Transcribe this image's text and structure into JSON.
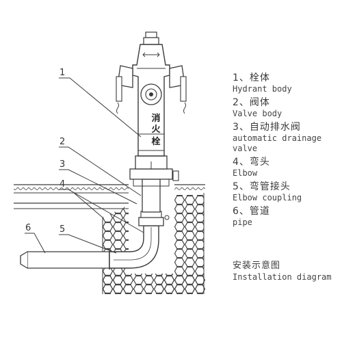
{
  "callouts": [
    "1",
    "2",
    "3",
    "4",
    "5",
    "6"
  ],
  "hydrant_stamp": [
    "消",
    "火",
    "栓"
  ],
  "legend": [
    {
      "cn": "1、栓体",
      "en": "Hydrant body"
    },
    {
      "cn": "2、阀体",
      "en": "Valve body"
    },
    {
      "cn": "3、自动排水阀",
      "en": "automatic drainage valve"
    },
    {
      "cn": "4、弯头",
      "en": "Elbow"
    },
    {
      "cn": "5、弯管接头",
      "en": "Elbow coupling"
    },
    {
      "cn": "6、管道",
      "en": "pipe"
    }
  ],
  "caption": {
    "cn": "安装示意图",
    "en": "Installation diagram"
  },
  "colors": {
    "line": "#3a3a3a",
    "fill": "#ffffff"
  }
}
